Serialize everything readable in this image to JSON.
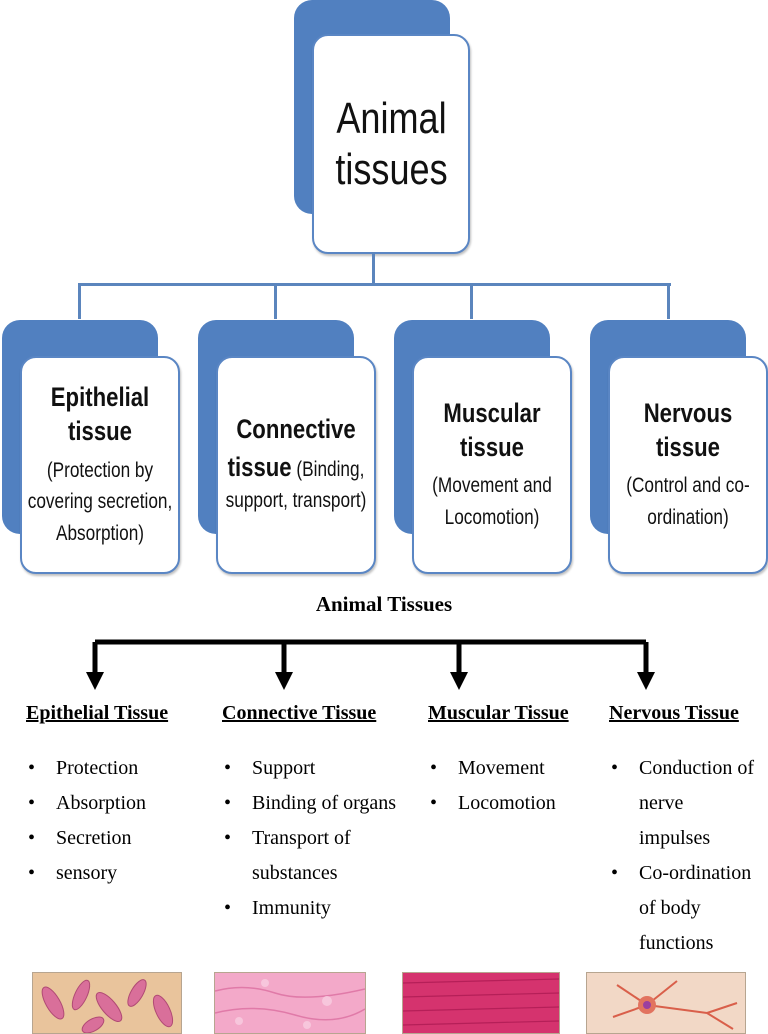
{
  "diagram_top": {
    "root": {
      "line1": "Animal",
      "line2": "tissues"
    },
    "cards": [
      {
        "title": "Epithelial tissue",
        "desc": "(Protection by covering secretion, Absorption)"
      },
      {
        "title_line1": "Connective",
        "title_line2": "tissue",
        "desc_inline": " (Binding, support, transport)"
      },
      {
        "title": "Muscular tissue",
        "desc": "(Movement and Locomotion)"
      },
      {
        "title": "Nervous tissue",
        "desc": "(Control and co-ordination)"
      }
    ]
  },
  "diagram_bottom": {
    "title": "Animal Tissues",
    "columns": [
      {
        "heading": "Epithelial Tissue",
        "items": [
          "Protection",
          "Absorption",
          "Secretion",
          "sensory"
        ]
      },
      {
        "heading": "Connective Tissue",
        "items": [
          "Support",
          "Binding of organs",
          "Transport of substances",
          "Immunity"
        ]
      },
      {
        "heading": "Muscular Tissue",
        "items": [
          "Movement",
          "Locomotion"
        ]
      },
      {
        "heading": "Nervous Tissue",
        "items": [
          "Conduction of nerve impulses",
          "Co-ordination of body functions"
        ]
      }
    ]
  },
  "colors": {
    "box_blue": "#5180c0",
    "box_border": "#5a86c4",
    "connector": "#5b85bd",
    "epithelial_tile": "#e9c49c",
    "connective_tile": "#f3a9c9",
    "muscular_tile": "#d5336e",
    "nervous_tile": "#f2d8c6"
  }
}
